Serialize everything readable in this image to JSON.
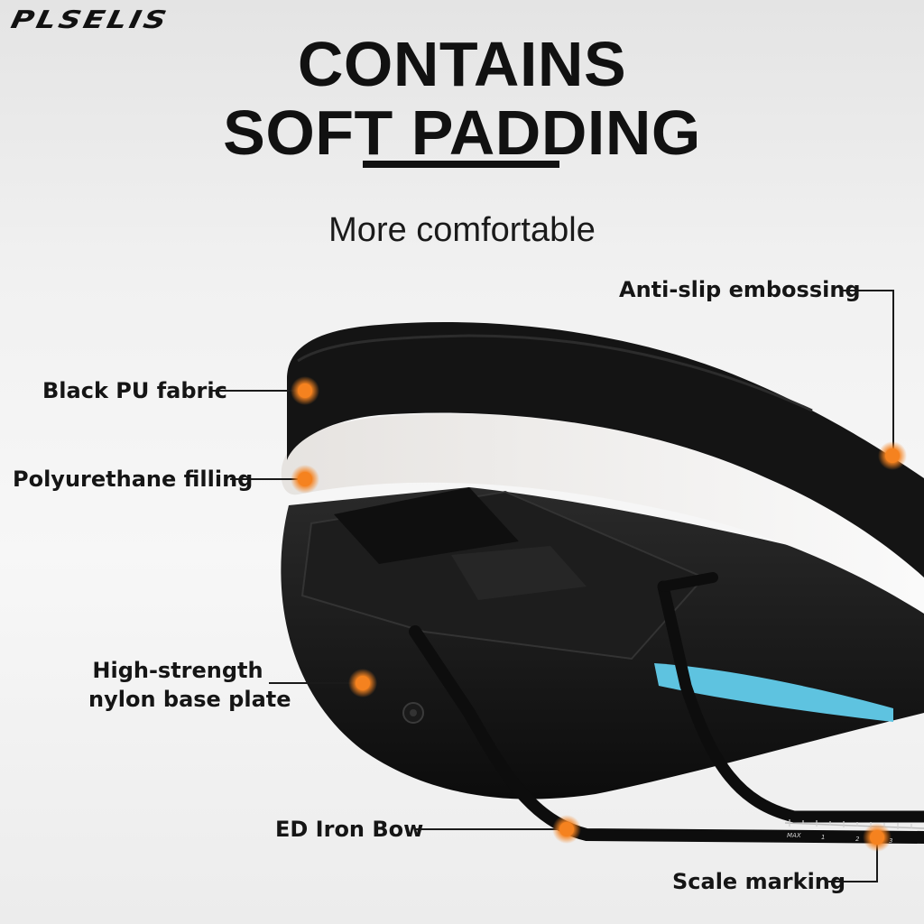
{
  "brand": {
    "logo_text": "PLSELIS"
  },
  "headline": {
    "line1": "CONTAINS",
    "line2": "SOFT PADDING"
  },
  "subtitle": "More comfortable",
  "callouts": {
    "anti_slip": "Anti-slip embossing",
    "black_pu": "Black PU fabric",
    "polyurethane": "Polyurethane filling",
    "nylon_line1": "High-strength",
    "nylon_line2": "nylon base plate",
    "iron_bow": "ED Iron Bow",
    "scale": "Scale marking"
  },
  "scale_ticks": [
    "MAX",
    "1",
    "2",
    "3"
  ],
  "colors": {
    "marker": "#f5821f",
    "text": "#151515",
    "saddle": "#141414",
    "padding": "#f2f2f2",
    "gel": "#5ec3e0"
  }
}
